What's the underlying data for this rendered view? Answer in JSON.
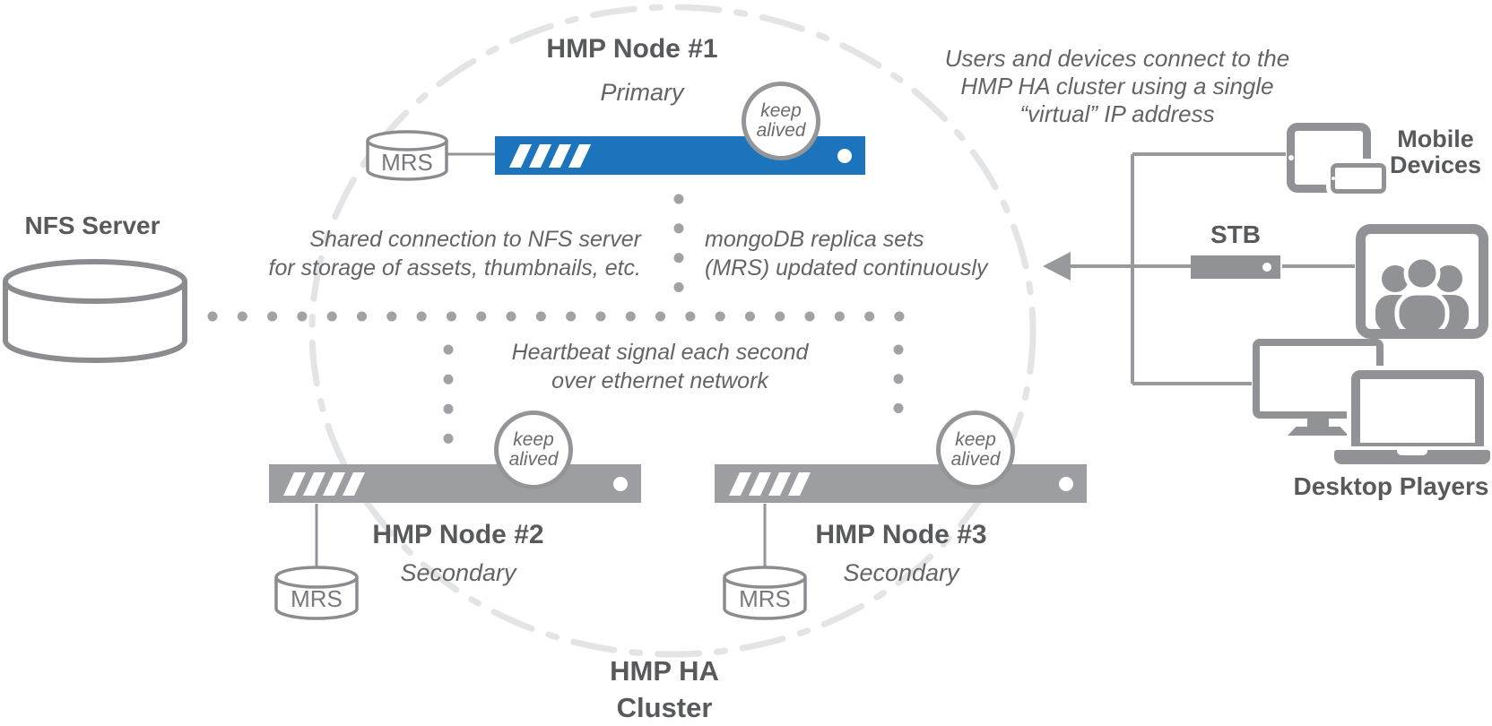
{
  "nfs": {
    "label": "NFS Server",
    "icon": "database-cylinder-icon"
  },
  "cluster": {
    "line1": "HMP HA",
    "line2": "Cluster"
  },
  "nodes": [
    {
      "title": "HMP Node #1",
      "role": "Primary",
      "db_label": "MRS",
      "badge": {
        "line1": "keep",
        "line2": "alived"
      }
    },
    {
      "title": "HMP Node #2",
      "role": "Secondary",
      "db_label": "MRS",
      "badge": {
        "line1": "keep",
        "line2": "alived"
      }
    },
    {
      "title": "HMP Node #3",
      "role": "Secondary",
      "db_label": "MRS",
      "badge": {
        "line1": "keep",
        "line2": "alived"
      }
    }
  ],
  "annotations": {
    "virtual_ip": {
      "line1": "Users and devices connect to the",
      "line2": "HMP HA cluster using a single",
      "line3": "“virtual” IP address"
    },
    "nfs_shared": {
      "line1": "Shared connection to NFS server",
      "line2": "for storage of assets, thumbnails, etc."
    },
    "mongo": {
      "line1": "mongoDB replica sets",
      "line2": "(MRS) updated continuously"
    },
    "heartbeat": {
      "line1": "Heartbeat signal each second",
      "line2": "over ethernet network"
    }
  },
  "devices": {
    "mobile": {
      "line1": "Mobile",
      "line2": "Devices",
      "icon": "tablet-phone-icon"
    },
    "stb": {
      "label": "STB",
      "icon": "set-top-box-icon"
    },
    "tv": {
      "icon": "tv-audience-icon"
    },
    "desktop": {
      "label": "Desktop Players",
      "icon": "monitor-laptop-icon"
    }
  },
  "colors": {
    "primary_blue": "#1c75bc",
    "bar_gray": "#9c9ea1",
    "device_gray": "#909295",
    "dot_gray": "#a0a2a5",
    "dash_circle_gray": "#e3e4e5",
    "line_gray": "#97999c",
    "line_dark": "#939598",
    "cylinder_stroke": "#8a8c8f",
    "text_dark": "#58595b",
    "text_italic": "#636466"
  }
}
